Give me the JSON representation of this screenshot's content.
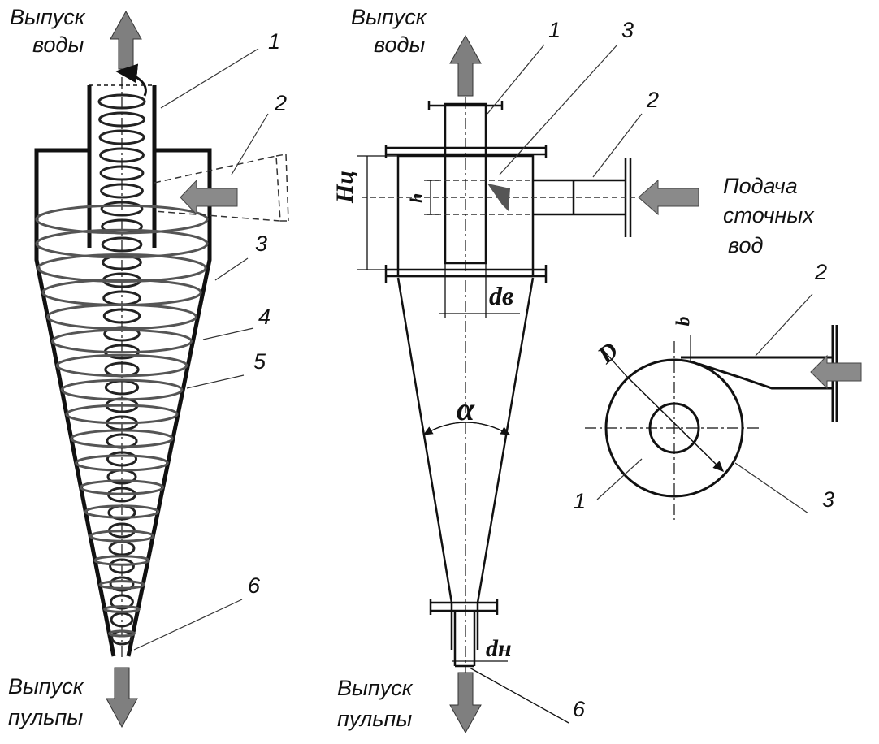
{
  "left": {
    "top_caption": [
      "Выпуск",
      "воды"
    ],
    "bottom_caption": [
      "Выпуск",
      "пульпы"
    ],
    "callouts": [
      "1",
      "2",
      "3",
      "4",
      "5",
      "6"
    ]
  },
  "middle": {
    "top_caption": [
      "Выпуск",
      "воды"
    ],
    "bottom_caption": [
      "Выпуск",
      "пульпы"
    ],
    "inlet_caption": [
      "Подача",
      "сточных",
      "вод"
    ],
    "callouts": [
      "1",
      "3",
      "2",
      "6"
    ],
    "dims": {
      "height": "Hц",
      "slot_h": "h",
      "outlet_diam": "dв",
      "angle": "α",
      "bottom_diam": "dн"
    }
  },
  "plan": {
    "callouts": [
      "2",
      "1",
      "3"
    ],
    "dims": {
      "diameter": "D",
      "width": "b"
    }
  },
  "colors": {
    "arrow": "#888888",
    "arrow_stroke": "#333333",
    "line": "#111111"
  }
}
